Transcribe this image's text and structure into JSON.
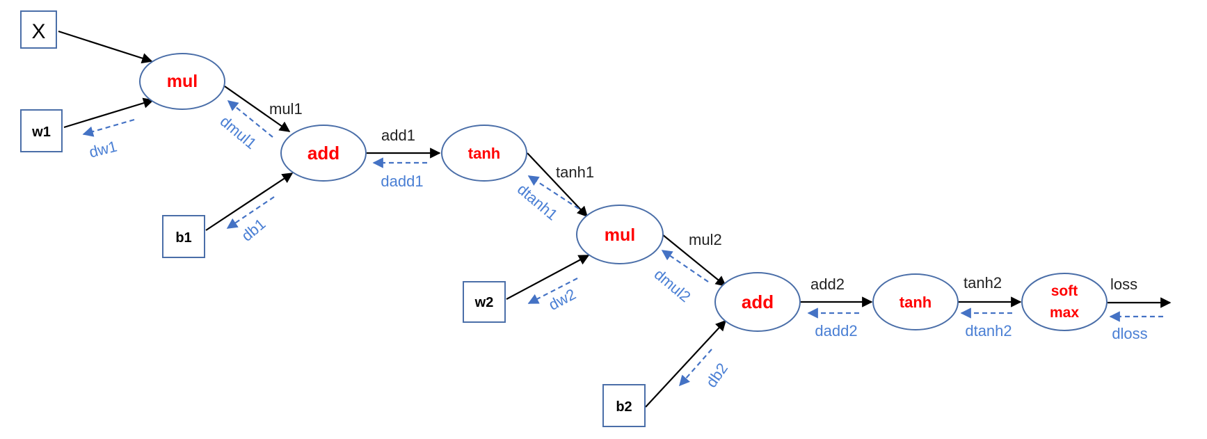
{
  "colors": {
    "op_text": "#ff0000",
    "node_stroke": "#4a6ea8",
    "forward_edge": "#000000",
    "backward_edge": "#4472c4",
    "backward_text": "#4a7fd4"
  },
  "inputs": {
    "x": "X",
    "w1": "w1",
    "b1": "b1",
    "w2": "w2",
    "b2": "b2"
  },
  "ops": {
    "mul1": "mul",
    "add1": "add",
    "tanh1": "tanh",
    "mul2": "mul",
    "add2": "add",
    "tanh2": "tanh",
    "softmax_line1": "soft",
    "softmax_line2": "max"
  },
  "forward_labels": {
    "mul1": "mul1",
    "add1": "add1",
    "tanh1": "tanh1",
    "mul2": "mul2",
    "add2": "add2",
    "tanh2": "tanh2",
    "loss": "loss"
  },
  "backward_labels": {
    "dw1": "dw1",
    "dmul1": "dmul1",
    "db1": "db1",
    "dadd1": "dadd1",
    "dtanh1": "dtanh1",
    "dw2": "dw2",
    "dmul2": "dmul2",
    "db2": "db2",
    "dadd2": "dadd2",
    "dtanh2": "dtanh2",
    "dloss": "dloss"
  }
}
